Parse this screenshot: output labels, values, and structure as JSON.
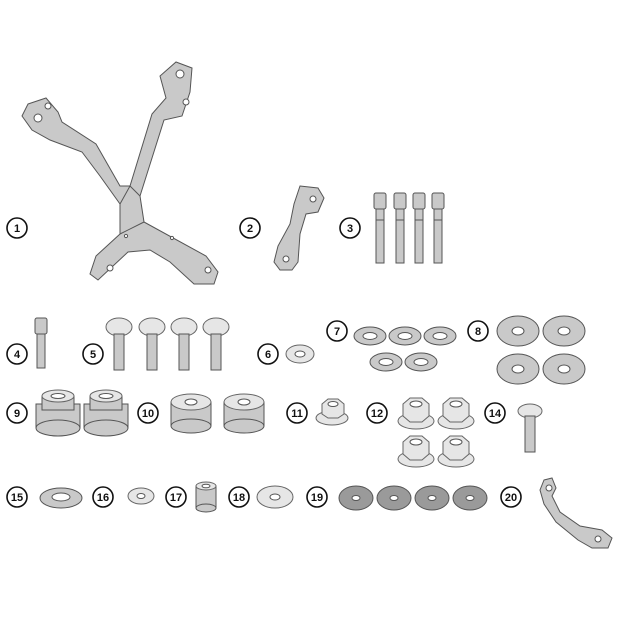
{
  "parts": [
    {
      "number": "1",
      "icon": "frame-bracket-icon"
    },
    {
      "number": "2",
      "icon": "small-bracket-icon"
    },
    {
      "number": "3",
      "icon": "socket-screw-icon"
    },
    {
      "number": "4",
      "icon": "socket-screw-icon"
    },
    {
      "number": "5",
      "icon": "button-head-screw-icon"
    },
    {
      "number": "6",
      "icon": "flat-washer-icon"
    },
    {
      "number": "7",
      "icon": "split-lock-washer-icon"
    },
    {
      "number": "8",
      "icon": "large-washer-icon"
    },
    {
      "number": "9",
      "icon": "spacer-icon"
    },
    {
      "number": "10",
      "icon": "spacer-icon"
    },
    {
      "number": "11",
      "icon": "flange-nut-icon"
    },
    {
      "number": "12",
      "icon": "flange-nut-icon"
    },
    {
      "number": "14",
      "icon": "button-head-screw-icon"
    },
    {
      "number": "15",
      "icon": "split-lock-washer-icon"
    },
    {
      "number": "16",
      "icon": "flat-washer-icon"
    },
    {
      "number": "17",
      "icon": "bushing-icon"
    },
    {
      "number": "18",
      "icon": "flat-washer-icon"
    },
    {
      "number": "19",
      "icon": "rubber-washer-icon"
    },
    {
      "number": "20",
      "icon": "curved-bracket-icon"
    }
  ]
}
